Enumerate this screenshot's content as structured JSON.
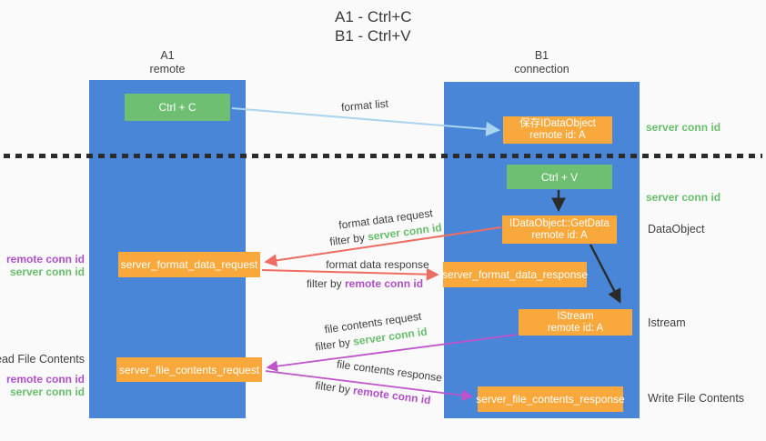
{
  "title": {
    "line1": "A1 - Ctrl+C",
    "line2": "B1 - Ctrl+V"
  },
  "lanes": {
    "a1": {
      "name": "A1",
      "subtitle": "remote"
    },
    "b1": {
      "name": "B1",
      "subtitle": "connection"
    }
  },
  "nodes": {
    "ctrl_c": {
      "label": "Ctrl + C"
    },
    "save_idataobject": {
      "line1": "保存IDataObject",
      "line2": "remote id: A"
    },
    "ctrl_v": {
      "label": "Ctrl + V"
    },
    "getdata": {
      "line1": "IDataObject::GetData",
      "line2": "remote id: A"
    },
    "format_request": {
      "label": "server_format_data_request"
    },
    "format_response": {
      "label": "server_format_data_response"
    },
    "istream": {
      "line1": "IStream",
      "line2": "remote id: A"
    },
    "file_request": {
      "label": "server_file_contents_request"
    },
    "file_response": {
      "label": "server_file_contents_response"
    }
  },
  "flow_labels": {
    "format_list": "format list",
    "format_data_request": "format data request",
    "format_data_response": "format data response",
    "file_contents_request": "file contents request",
    "file_contents_response": "file contents response",
    "filter_by": "filter by",
    "server_conn_id": "server conn id",
    "remote_conn_id": "remote conn id"
  },
  "side_labels": {
    "right_server_conn_id_top": "server conn id",
    "right_server_conn_id_mid": "server conn id",
    "dataobject": "DataObject",
    "istream": "Istream",
    "write_file_contents": "Write File Contents",
    "read_file_contents": "Read File Contents",
    "left_remote_conn_id_1": "remote conn id",
    "left_server_conn_id_1": "server conn id",
    "left_remote_conn_id_2": "remote conn id",
    "left_server_conn_id_2": "server conn id"
  },
  "colors": {
    "lane_blue": "#4a86d8",
    "box_green": "#6ebf71",
    "box_orange": "#f9a83c",
    "arrow_red": "#ed6d63",
    "arrow_purple": "#bf53c9",
    "arrow_lightblue": "#aad4f0",
    "arrow_black": "#2b2b2b",
    "text_green": "#67bf6b",
    "text_purple": "#b04fc8"
  }
}
